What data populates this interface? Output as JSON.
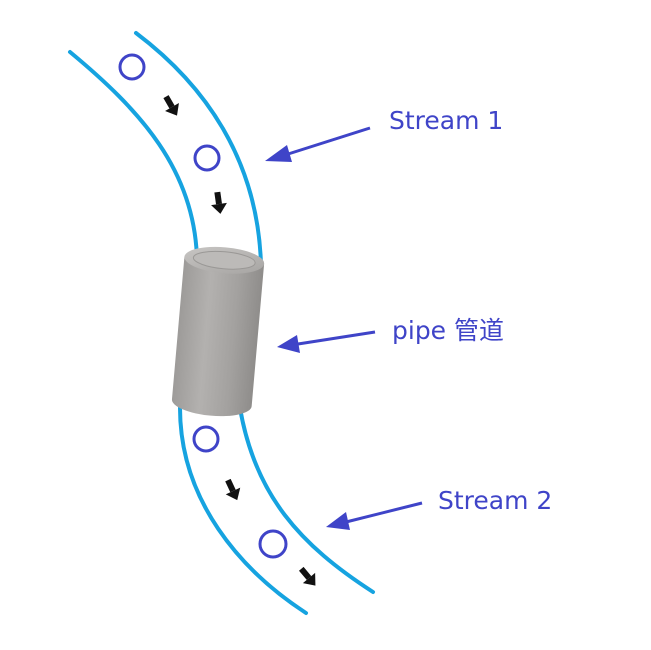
{
  "labels": {
    "stream_1": "Stream 1",
    "pipe": "pipe 管道",
    "stream_2": "Stream 2"
  },
  "colors": {
    "stream_wall": "#16a3e0",
    "particle": "#3f44c8",
    "pointer_arrow": "#3f44c8",
    "flow_arrow": "#111111",
    "pipe_body": "#a9a7a5",
    "pipe_inner": "#b8b6b4",
    "label_text": "#3f44c8"
  }
}
